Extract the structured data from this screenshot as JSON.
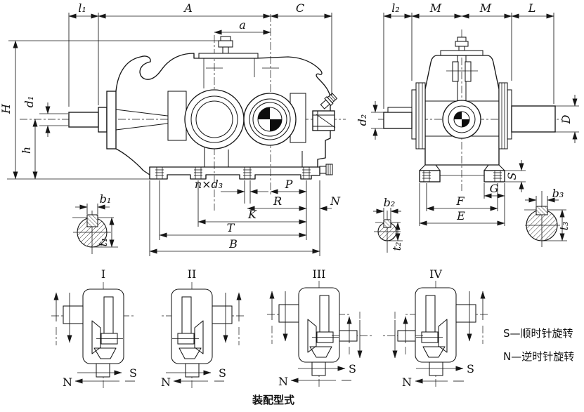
{
  "front_view": {
    "dim_l1": "l₁",
    "dim_A": "A",
    "dim_C": "C",
    "dim_a": "a",
    "dim_H": "H",
    "dim_d1": "d₁",
    "dim_h": "h",
    "dim_nxd3": "n×d₃",
    "dim_P": "P",
    "dim_R": "R",
    "dim_N": "N",
    "dim_K": "K",
    "dim_T": "T",
    "dim_B": "B"
  },
  "side_view": {
    "dim_l2": "l₂",
    "dim_M1": "M",
    "dim_M2": "M",
    "dim_L": "L",
    "dim_d2": "d₂",
    "dim_D": "D",
    "dim_S": "S",
    "dim_G": "G",
    "dim_F": "F",
    "dim_E": "E"
  },
  "key_sections": {
    "key1": {
      "b": "b₁",
      "t": "t₁"
    },
    "key2": {
      "b": "b₂",
      "t": "t₂"
    },
    "key3": {
      "b": "b₃",
      "t": "t₃"
    }
  },
  "assembly": {
    "caption": "装配型式",
    "types": [
      {
        "numeral": "I",
        "s": "S",
        "n": "N"
      },
      {
        "numeral": "II",
        "s": "S",
        "n": "N"
      },
      {
        "numeral": "III",
        "s": "S",
        "n": "N"
      },
      {
        "numeral": "IV",
        "s": "S",
        "n": "N"
      }
    ]
  },
  "legend": {
    "clockwise": "S—顺时针旋转",
    "counterclockwise": "N—逆时针旋转"
  },
  "colors": {
    "ink": "#161616",
    "paper": "#ffffff"
  }
}
